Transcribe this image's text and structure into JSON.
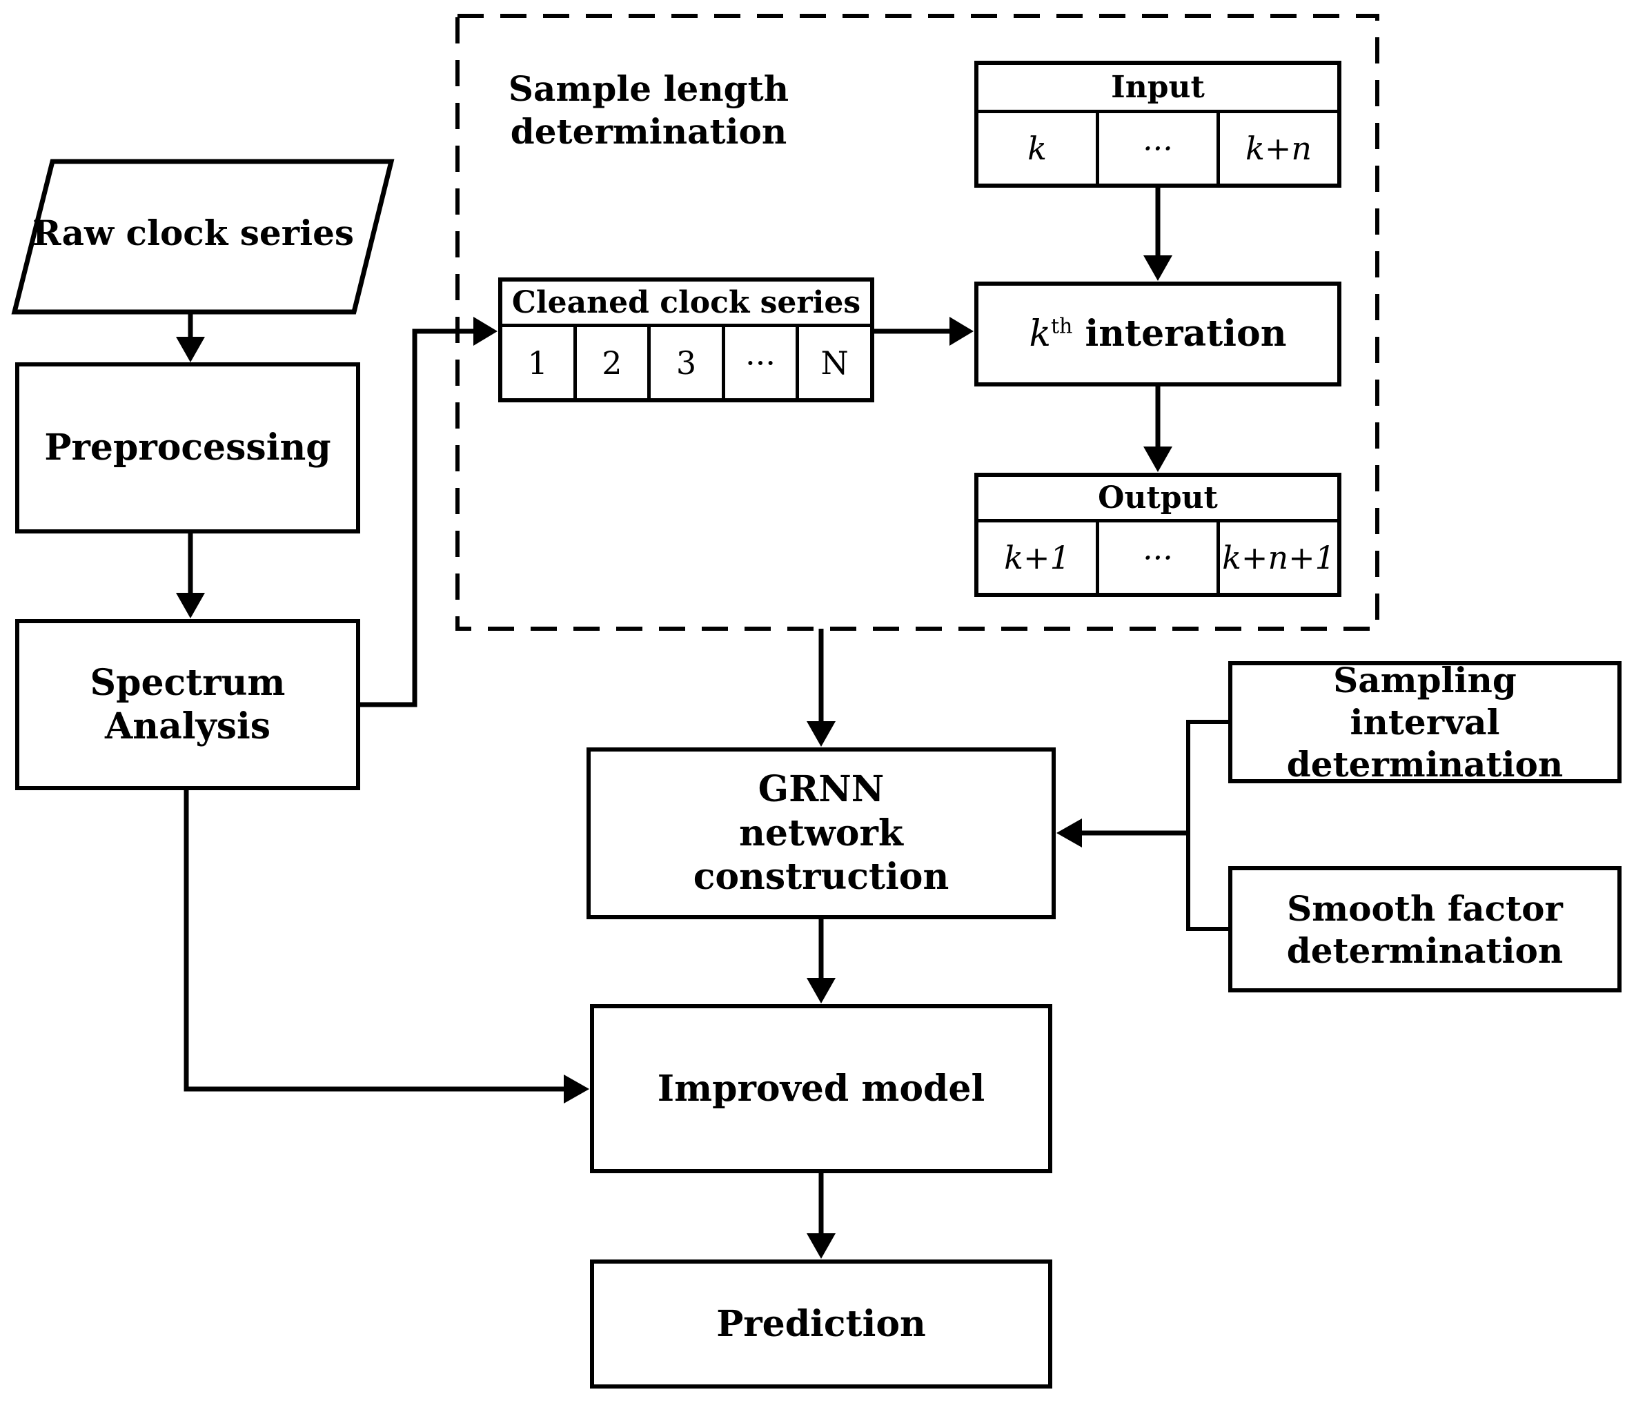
{
  "diagram": {
    "title_hint": "GRNN clock series prediction flowchart",
    "colors": {
      "line": "#000000",
      "background": "#ffffff"
    },
    "nodes": {
      "raw": {
        "label": "Raw clock series"
      },
      "preprocessing": {
        "label": "Preprocessing"
      },
      "spectrum": {
        "label": "Spectrum Analysis"
      },
      "sample_length": {
        "label": "Sample length determination"
      },
      "kth": {
        "k": "k",
        "sup": "th",
        "rest": " interation"
      },
      "grnn": {
        "label": "GRNN network construction"
      },
      "sampling_interval": {
        "label": "Sampling interval determination"
      },
      "smooth_factor": {
        "label": "Smooth factor determination"
      },
      "improved": {
        "label": "Improved model"
      },
      "prediction": {
        "label": "Prediction"
      }
    },
    "tables": {
      "cleaned": {
        "header": "Cleaned clock series",
        "cells": [
          "1",
          "2",
          "3",
          "···",
          "N"
        ]
      },
      "input": {
        "header": "Input",
        "cells": [
          "k",
          "···",
          "k+n"
        ]
      },
      "output": {
        "header": "Output",
        "cells": [
          "k+1",
          "···",
          "k+n+1"
        ]
      }
    }
  }
}
